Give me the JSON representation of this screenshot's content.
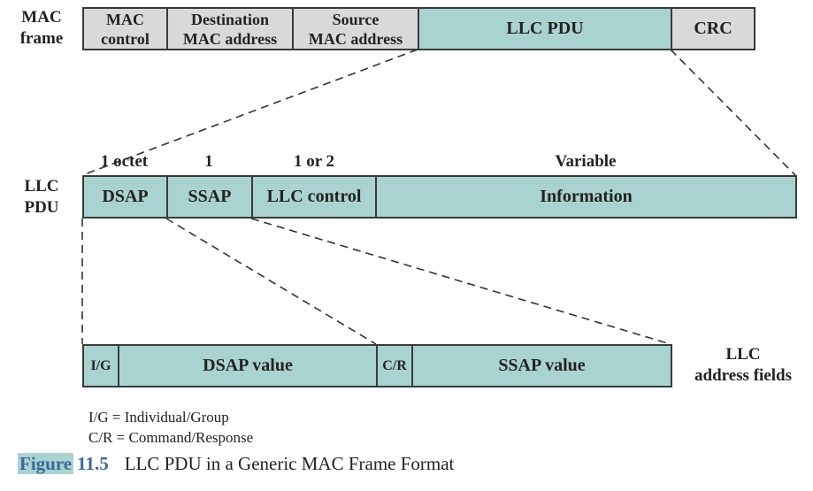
{
  "mac_frame": {
    "label": [
      "MAC",
      "frame"
    ],
    "fields": [
      {
        "line1": "MAC",
        "line2": "control"
      },
      {
        "line1": "Destination",
        "line2": "MAC address"
      },
      {
        "line1": "Source",
        "line2": "MAC address"
      },
      {
        "line1": "LLC PDU"
      },
      {
        "line1": "CRC"
      }
    ]
  },
  "llc_pdu": {
    "label": [
      "LLC",
      "PDU"
    ],
    "sizes": [
      "1 octet",
      "1",
      "1 or 2",
      "Variable"
    ],
    "fields": [
      "DSAP",
      "SSAP",
      "LLC control",
      "Information"
    ]
  },
  "address_fields": {
    "label": [
      "LLC",
      "address fields"
    ],
    "fields": [
      "I/G",
      "DSAP value",
      "C/R",
      "SSAP value"
    ]
  },
  "legend": [
    "I/G = Individual/Group",
    "C/R = Command/Response"
  ],
  "caption": {
    "tag": "Figure",
    "number": "11.5",
    "title": "LLC PDU in a Generic MAC Frame Format"
  },
  "colors": {
    "teal": "#a9d3d1",
    "grey": "#d9d9d9",
    "border": "#3a3a3a",
    "caption_blue": "#3a6a9a"
  }
}
